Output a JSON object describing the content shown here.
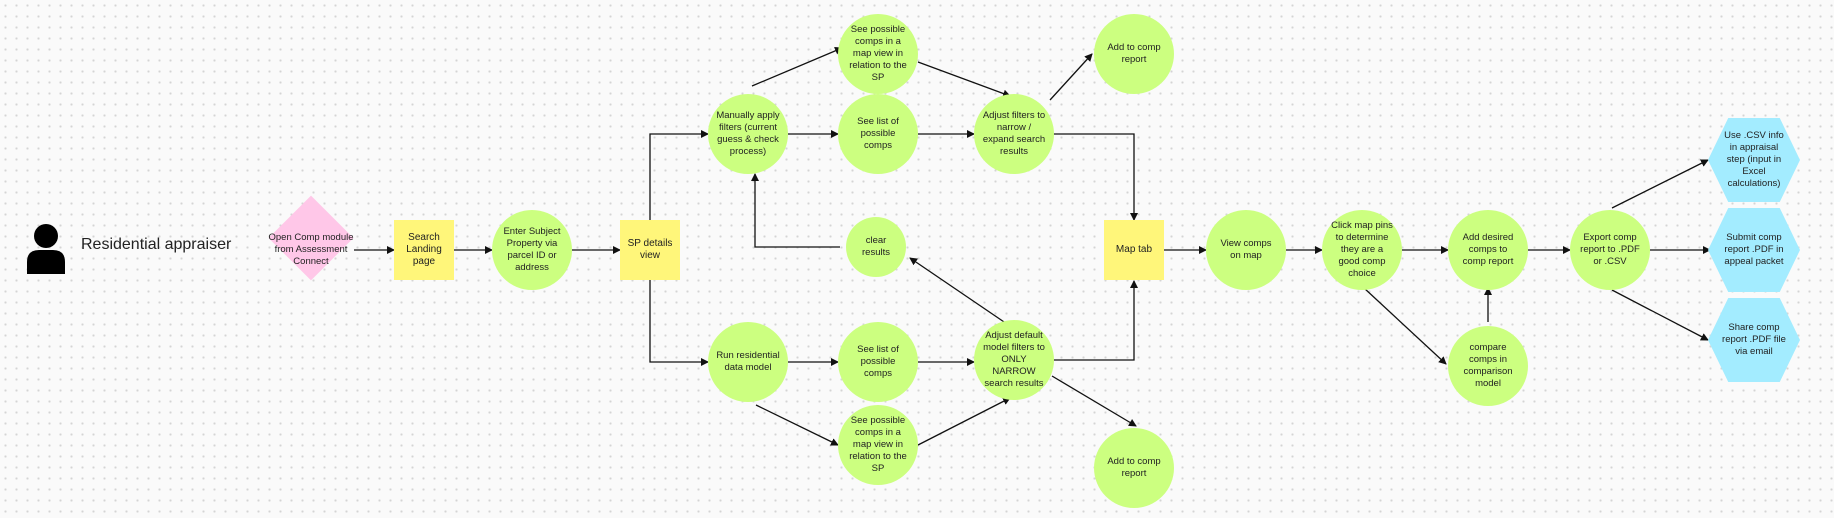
{
  "actor": {
    "label": "Residential appraiser",
    "icon": "person-icon"
  },
  "colors": {
    "circle": "#ccff80",
    "square": "#fff67a",
    "diamond": "#ffc7e8",
    "hexagon": "#a3ecff",
    "line": "#111111"
  },
  "nodes": {
    "start": "Open Comp module from Assessment Connect",
    "search": "Search Landing page",
    "enter": "Enter Subject Property via parcel ID or address",
    "spdetails": "SP details view",
    "manual": "Manually apply filters (current guess & check process)",
    "seemap_top": "See possible comps in a map view in relation to the SP",
    "seelist_top": "See list of possible comps",
    "adjust_top": "Adjust filters to narrow / expand search results",
    "add_top": "Add to comp report",
    "clear": "clear results",
    "run": "Run residential data model",
    "seelist_bot": "See list of possible comps",
    "seemap_bot": "See possible comps in a map view in relation to the SP",
    "adjust_bot": "Adjust default model filters to ONLY NARROW search results",
    "add_bot": "Add to comp report",
    "maptab": "Map tab",
    "viewcomps": "View comps on map",
    "clickpins": "Click map pins to determine they are a good comp choice",
    "adddesired": "Add desired comps to comp report",
    "compare": "compare comps in comparison model",
    "export": "Export comp report to .PDF or .CSV",
    "usecsv": "Use .CSV info in appraisal step (input in Excel calculations)",
    "submit": "Submit comp report .PDF in appeal packet",
    "share": "Share comp report .PDF file via email"
  }
}
